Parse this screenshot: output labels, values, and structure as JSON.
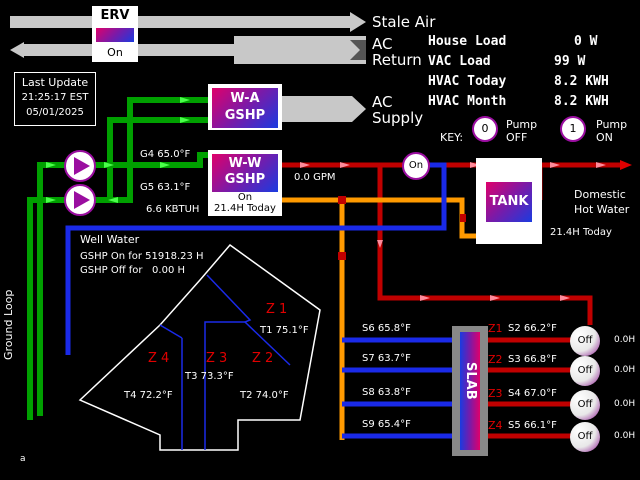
{
  "erv": {
    "title": "ERV",
    "state": "On"
  },
  "ducts": {
    "stale_air": "Stale Air",
    "ac_return_1": "AC",
    "ac_return_2": "Return",
    "ac_supply_1": "AC",
    "ac_supply_2": "Supply"
  },
  "last_update": {
    "label": "Last Update",
    "time": "21:25:17 EST",
    "date": "05/01/2025"
  },
  "loads": [
    {
      "label": "House Load",
      "value": "0 W"
    },
    {
      "label": "VAC Load",
      "value": "99 W"
    },
    {
      "label": "HVAC Today",
      "value": "8.2 KWH"
    },
    {
      "label": "HVAC Month",
      "value": "8.2 KWH"
    }
  ],
  "key": {
    "label": "KEY:",
    "pump_off_glyph": "0",
    "pump_off_label_1": "Pump",
    "pump_off_label_2": "OFF",
    "pump_on_glyph": "1",
    "pump_on_label_1": "Pump",
    "pump_on_label_2": "ON"
  },
  "wa_gshp": {
    "line1": "W-A",
    "line2": "GSHP"
  },
  "ww_gshp": {
    "line1": "W-W",
    "line2": "GSHP",
    "state": "On",
    "today": "21.4H Today"
  },
  "sensors": {
    "g4": "G4  65.0°F",
    "g5": "G5  63.1°F",
    "kbtuh": "6.6 KBTUH",
    "gpm": "0.0 GPM"
  },
  "circ_pump": {
    "state": "On"
  },
  "tank": {
    "label": "TANK",
    "dhw_1": "Domestic",
    "dhw_2": "Hot Water",
    "today": "21.4H Today"
  },
  "well": {
    "title": "Well Water",
    "on_line": "GSHP On for 51918.23 H",
    "off_line": "GSHP Off for   0.00 H"
  },
  "ground_loop": "Ground Loop",
  "zones": [
    {
      "name": "Z 1",
      "temp": "T1 75.1°F"
    },
    {
      "name": "Z 2",
      "temp": "T2 74.0°F"
    },
    {
      "name": "Z 3",
      "temp": "T3 73.3°F"
    },
    {
      "name": "Z 4",
      "temp": "T4 72.2°F"
    }
  ],
  "slab": {
    "label": "SLAB",
    "supply": [
      "S6  65.8°F",
      "S7  63.7°F",
      "S8  63.8°F",
      "S9  65.4°F"
    ],
    "return": [
      {
        "zone": "Z1",
        "temp": "S2  66.2°F",
        "pump": "Off",
        "hours": "0.0H"
      },
      {
        "zone": "Z2",
        "temp": "S3  66.8°F",
        "pump": "Off",
        "hours": "0.0H"
      },
      {
        "zone": "Z3",
        "temp": "S4  67.0°F",
        "pump": "Off",
        "hours": "0.0H"
      },
      {
        "zone": "Z4",
        "temp": "S5  66.1°F",
        "pump": "Off",
        "hours": "0.0H"
      }
    ]
  },
  "footer_mark": "a"
}
